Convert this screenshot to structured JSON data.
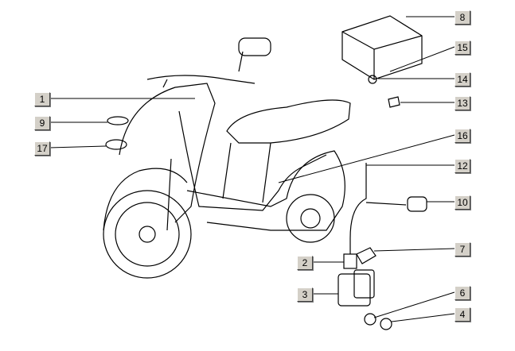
{
  "labels": [
    {
      "id": "1"
    },
    {
      "id": "9"
    },
    {
      "id": "17"
    },
    {
      "id": "8"
    },
    {
      "id": "15"
    },
    {
      "id": "14"
    },
    {
      "id": "13"
    },
    {
      "id": "16"
    },
    {
      "id": "12"
    },
    {
      "id": "10"
    },
    {
      "id": "7"
    },
    {
      "id": "2"
    },
    {
      "id": "3"
    },
    {
      "id": "6"
    },
    {
      "id": "4"
    }
  ],
  "colors": {
    "line": "#000000",
    "button": "#d4d0c8"
  }
}
